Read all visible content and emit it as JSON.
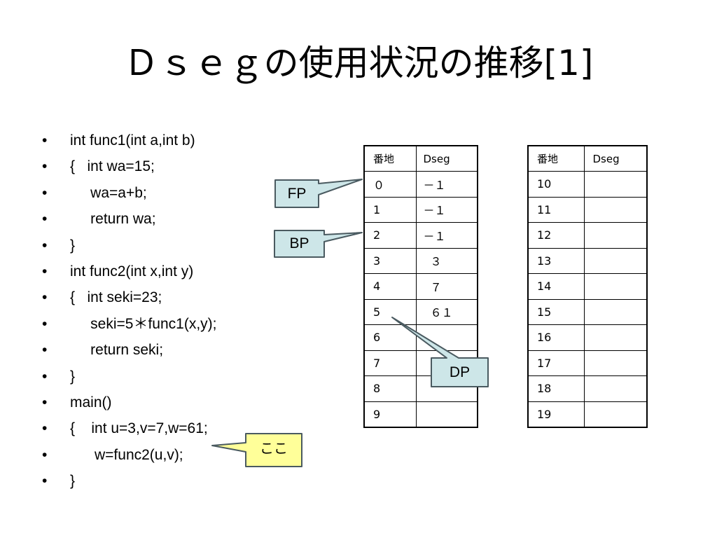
{
  "slide": {
    "title": "Ｄｓｅｇの使用状況の推移[1]"
  },
  "code_lines": [
    {
      "bullet": "•",
      "text": "int func1(int a,int b)"
    },
    {
      "bullet": "•",
      "text": "{   int wa=15;"
    },
    {
      "bullet": "•",
      "text": "     wa=a+b;"
    },
    {
      "bullet": "•",
      "text": "     return wa;"
    },
    {
      "bullet": "•",
      "text": "}"
    },
    {
      "bullet": "•",
      "text": "int func2(int x,int y)"
    },
    {
      "bullet": "•",
      "text": "{   int seki=23;"
    },
    {
      "bullet": "•",
      "text": "     seki=5＊func1(x,y);"
    },
    {
      "bullet": "•",
      "text": "     return seki;"
    },
    {
      "bullet": "•",
      "text": "}"
    },
    {
      "bullet": "•",
      "text": "main()"
    },
    {
      "bullet": "•",
      "text": "{    int u=3,v=7,w=61;"
    },
    {
      "bullet": "•",
      "text": "      w=func2(u,v);"
    },
    {
      "bullet": "•",
      "text": "}"
    }
  ],
  "table_left": {
    "headers": [
      "番地",
      "Dseg"
    ],
    "rows": [
      [
        "０",
        "－１"
      ],
      [
        "1",
        "－１"
      ],
      [
        "2",
        "－１"
      ],
      [
        "3",
        "  ３"
      ],
      [
        "4",
        "  ７"
      ],
      [
        "5",
        "  ６１"
      ],
      [
        "6",
        ""
      ],
      [
        "7",
        ""
      ],
      [
        "8",
        ""
      ],
      [
        "9",
        ""
      ]
    ]
  },
  "table_right": {
    "headers": [
      "番地",
      "Dseg"
    ],
    "rows": [
      [
        "10",
        ""
      ],
      [
        "11",
        ""
      ],
      [
        "12",
        ""
      ],
      [
        "13",
        ""
      ],
      [
        "14",
        ""
      ],
      [
        "15",
        ""
      ],
      [
        "16",
        ""
      ],
      [
        "17",
        ""
      ],
      [
        "18",
        ""
      ],
      [
        "19",
        ""
      ]
    ]
  },
  "callouts": {
    "fp": "FP",
    "bp": "BP",
    "dp": "DP",
    "here": "ここ",
    "pointer_fill": "#cde6e8",
    "here_fill": "#ffff99"
  }
}
